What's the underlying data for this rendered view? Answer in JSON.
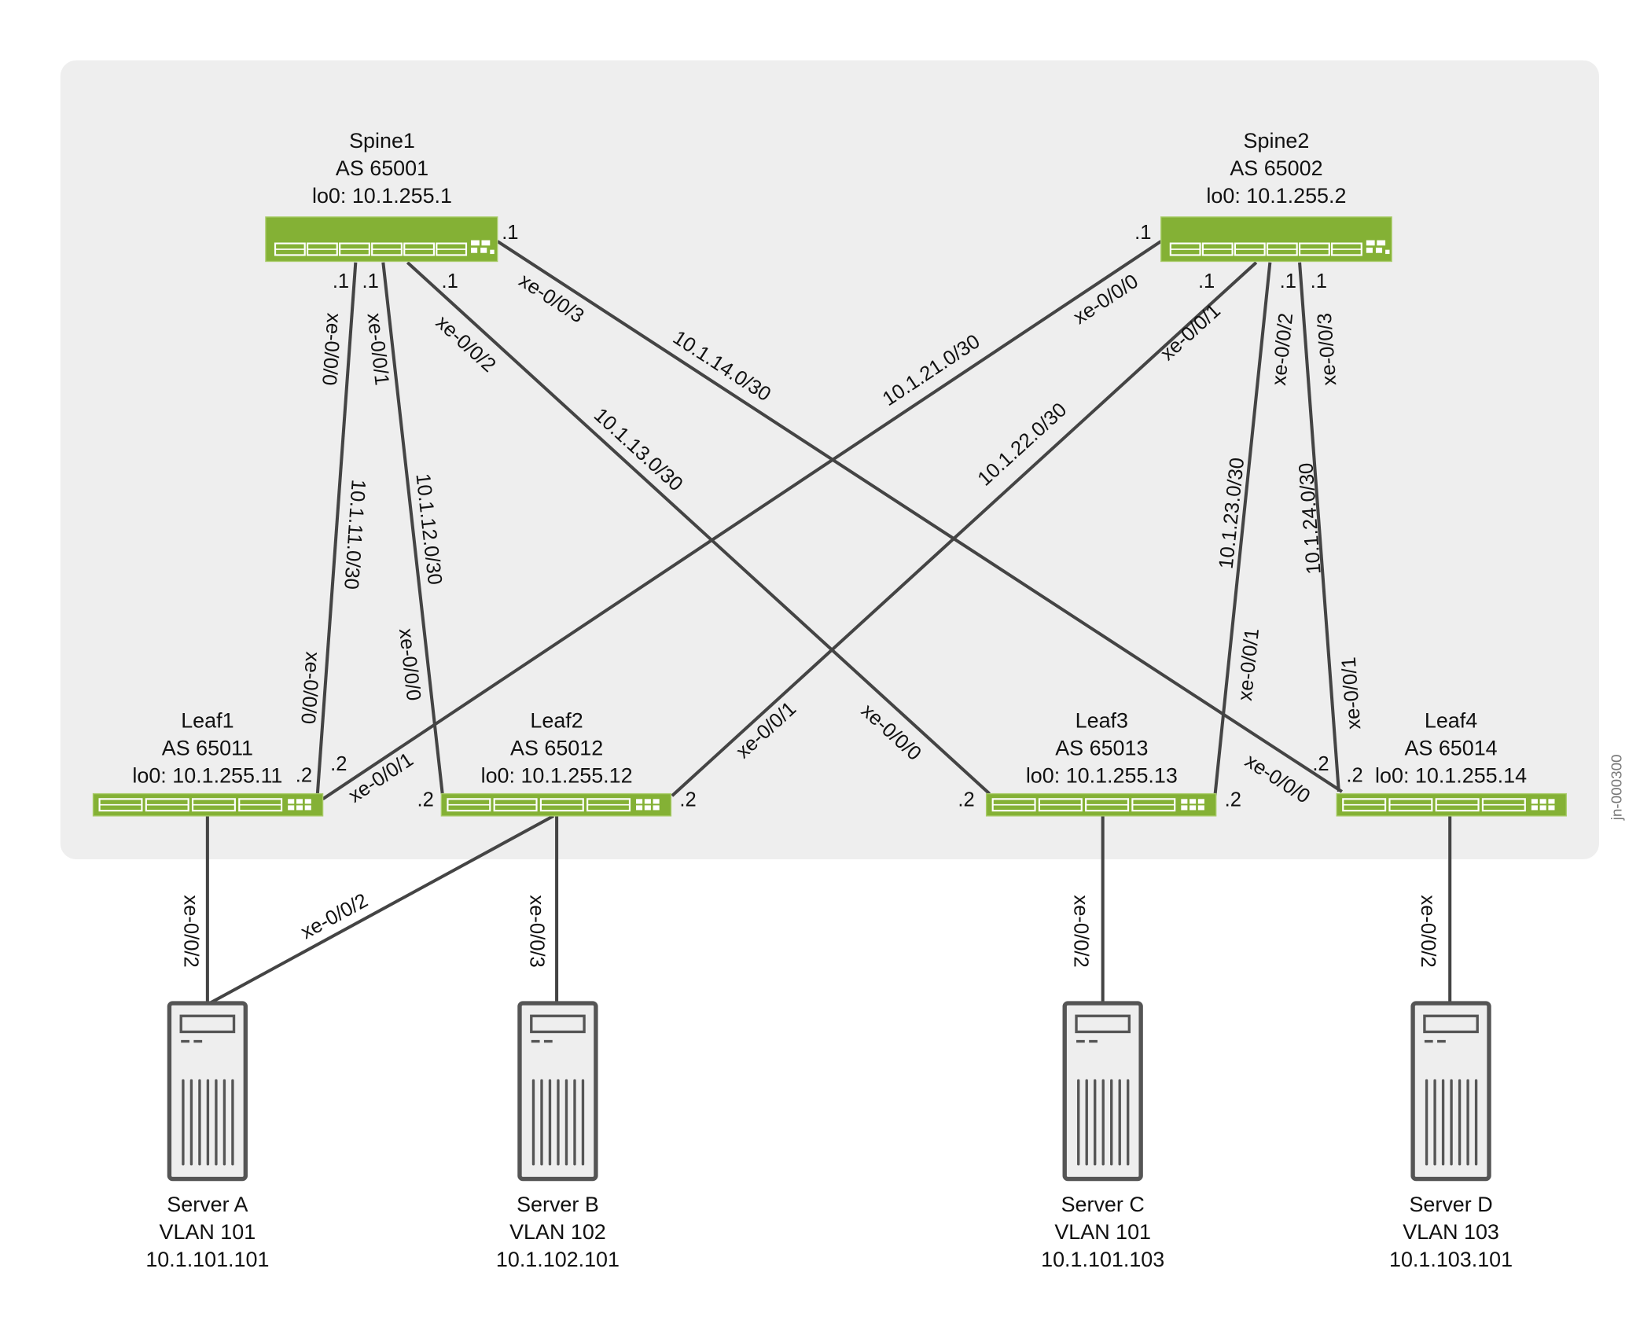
{
  "watermark": "jn-000300",
  "colors": {
    "switch": "#84b135",
    "panel": "#eeeeee",
    "line": "#444444",
    "server_fill": "#eeeeee",
    "server_stroke": "#555555"
  },
  "spines": [
    {
      "name": "Spine1",
      "as": "AS 65001",
      "lo0": "lo0: 10.1.255.1"
    },
    {
      "name": "Spine2",
      "as": "AS 65002",
      "lo0": "lo0: 10.1.255.2"
    }
  ],
  "leaves": [
    {
      "name": "Leaf1",
      "as": "AS 65011",
      "lo0": "lo0: 10.1.255.11"
    },
    {
      "name": "Leaf2",
      "as": "AS 65012",
      "lo0": "lo0: 10.1.255.12"
    },
    {
      "name": "Leaf3",
      "as": "AS 65013",
      "lo0": "lo0: 10.1.255.13"
    },
    {
      "name": "Leaf4",
      "as": "AS 65014",
      "lo0": "lo0: 10.1.255.14"
    }
  ],
  "servers": [
    {
      "name": "Server A",
      "vlan": "VLAN 101",
      "ip": "10.1.101.101"
    },
    {
      "name": "Server B",
      "vlan": "VLAN 102",
      "ip": "10.1.102.101"
    },
    {
      "name": "Server C",
      "vlan": "VLAN 101",
      "ip": "10.1.101.103"
    },
    {
      "name": "Server D",
      "vlan": "VLAN 103",
      "ip": "10.1.103.101"
    }
  ],
  "links": [
    {
      "from": "Spine1",
      "to": "Leaf1",
      "a_port": "xe-0/0/0",
      "subnet": "10.1.11.0/30",
      "b_port": "xe-0/0/0",
      "a_ip": ".1",
      "b_ip": ".2"
    },
    {
      "from": "Spine1",
      "to": "Leaf2",
      "a_port": "xe-0/0/1",
      "subnet": "10.1.12.0/30",
      "b_port": "xe-0/0/0",
      "a_ip": ".1",
      "b_ip": ".2"
    },
    {
      "from": "Spine1",
      "to": "Leaf3",
      "a_port": "xe-0/0/2",
      "subnet": "10.1.13.0/30",
      "b_port": "xe-0/0/0",
      "a_ip": ".1",
      "b_ip": ".2"
    },
    {
      "from": "Spine1",
      "to": "Leaf4",
      "a_port": "xe-0/0/3",
      "subnet": "10.1.14.0/30",
      "b_port": "xe-0/0/0",
      "a_ip": ".1",
      "b_ip": ".2"
    },
    {
      "from": "Spine2",
      "to": "Leaf1",
      "a_port": "xe-0/0/0",
      "subnet": "10.1.21.0/30",
      "b_port": "xe-0/0/1",
      "a_ip": ".1",
      "b_ip": ".2"
    },
    {
      "from": "Spine2",
      "to": "Leaf2",
      "a_port": "xe-0/0/1",
      "subnet": "10.1.22.0/30",
      "b_port": "xe-0/0/1",
      "a_ip": ".1",
      "b_ip": ".2"
    },
    {
      "from": "Spine2",
      "to": "Leaf3",
      "a_port": "xe-0/0/2",
      "subnet": "10.1.23.0/30",
      "b_port": "xe-0/0/1",
      "a_ip": ".1",
      "b_ip": ".2"
    },
    {
      "from": "Spine2",
      "to": "Leaf4",
      "a_port": "xe-0/0/3",
      "subnet": "10.1.24.0/30",
      "b_port": "xe-0/0/1",
      "a_ip": ".1",
      "b_ip": ".2"
    }
  ],
  "server_links": [
    {
      "from": "Leaf1",
      "to": "Server A",
      "port": "xe-0/0/2"
    },
    {
      "from": "Leaf2",
      "to": "Server A",
      "port": "xe-0/0/2"
    },
    {
      "from": "Leaf2",
      "to": "Server B",
      "port": "xe-0/0/3"
    },
    {
      "from": "Leaf3",
      "to": "Server C",
      "port": "xe-0/0/2"
    },
    {
      "from": "Leaf4",
      "to": "Server D",
      "port": "xe-0/0/2"
    }
  ]
}
